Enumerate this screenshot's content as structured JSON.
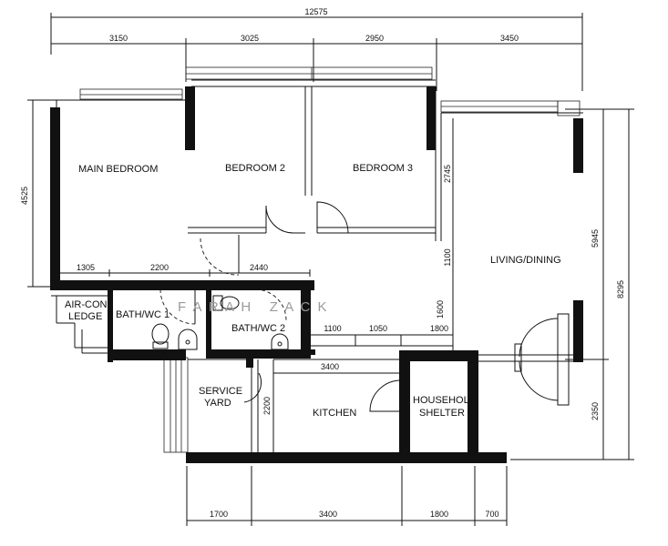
{
  "dimensions": {
    "overall_width": "12575",
    "top_segments": [
      "3150",
      "3025",
      "2950",
      "3450"
    ],
    "bottom_segments": [
      "1700",
      "3400",
      "1800",
      "700"
    ],
    "left_height": "4525",
    "right_total": "8295",
    "right_living": "5945",
    "right_lower": "2350",
    "bedroom_depth": "2745",
    "corridor_width": "1100",
    "corridor_run": "1600",
    "inner_a": "1305",
    "inner_b": "2200",
    "inner_c": "2440",
    "inner_d": "1100",
    "inner_e": "1050",
    "inner_f": "1800",
    "kitchen_width": "3400",
    "yard_depth": "2200"
  },
  "rooms": {
    "main_bedroom": "MAIN BEDROOM",
    "bedroom_2": "BEDROOM 2",
    "bedroom_3": "BEDROOM 3",
    "living_dining": "LIVING/DINING",
    "aircon_ledge_1": "AIR-CON",
    "aircon_ledge_2": "LEDGE",
    "bath_wc_1": "BATH/WC 1",
    "bath_wc_2": "BATH/WC 2",
    "service_yard_1": "SERVICE",
    "service_yard_2": "YARD",
    "kitchen": "KITCHEN",
    "household_shelter_1": "HOUSEHOLD",
    "household_shelter_2": "SHELTER"
  },
  "watermark": "F A R A H   Z A C K"
}
